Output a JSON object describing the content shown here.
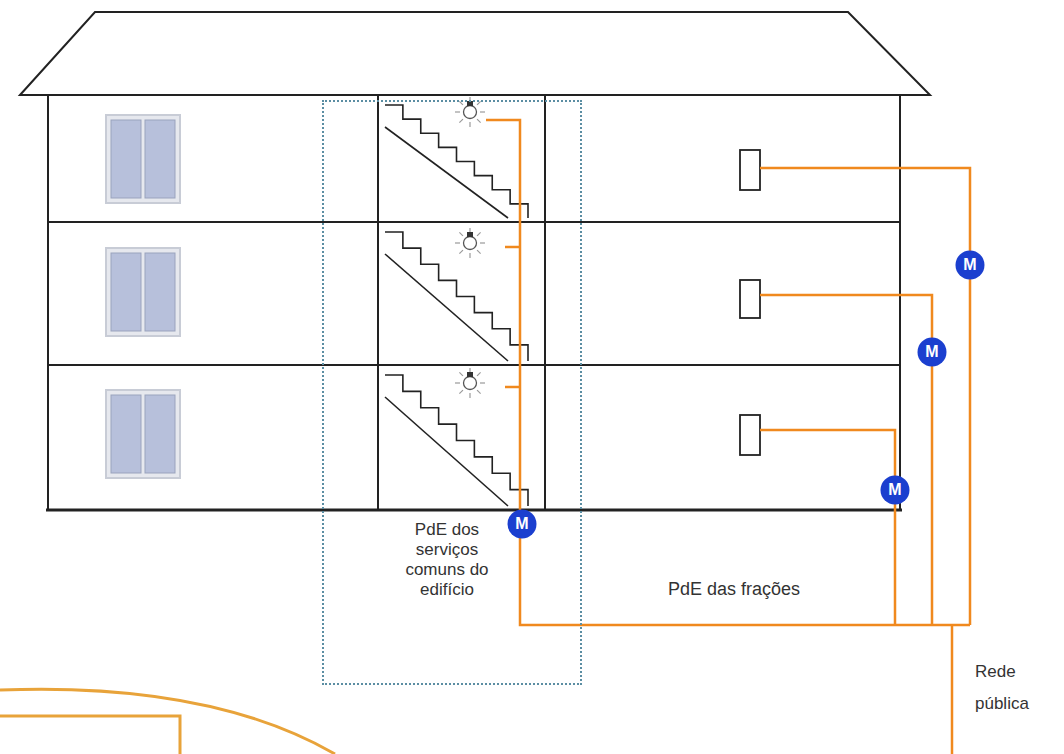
{
  "diagram": {
    "nodes": [
      {
        "text": [
          "PdE dos serviços comuns do edifício"
        ]
      },
      {
        "text": [
          "M"
        ],
        "in": 0
      },
      {
        "text": [
          "M"
        ]
      },
      {
        "text": [
          "M"
        ]
      },
      {
        "text": [
          "M"
        ]
      }
    ],
    "labels": [
      "PdE das frações",
      "Rede pública"
    ]
  }
}
